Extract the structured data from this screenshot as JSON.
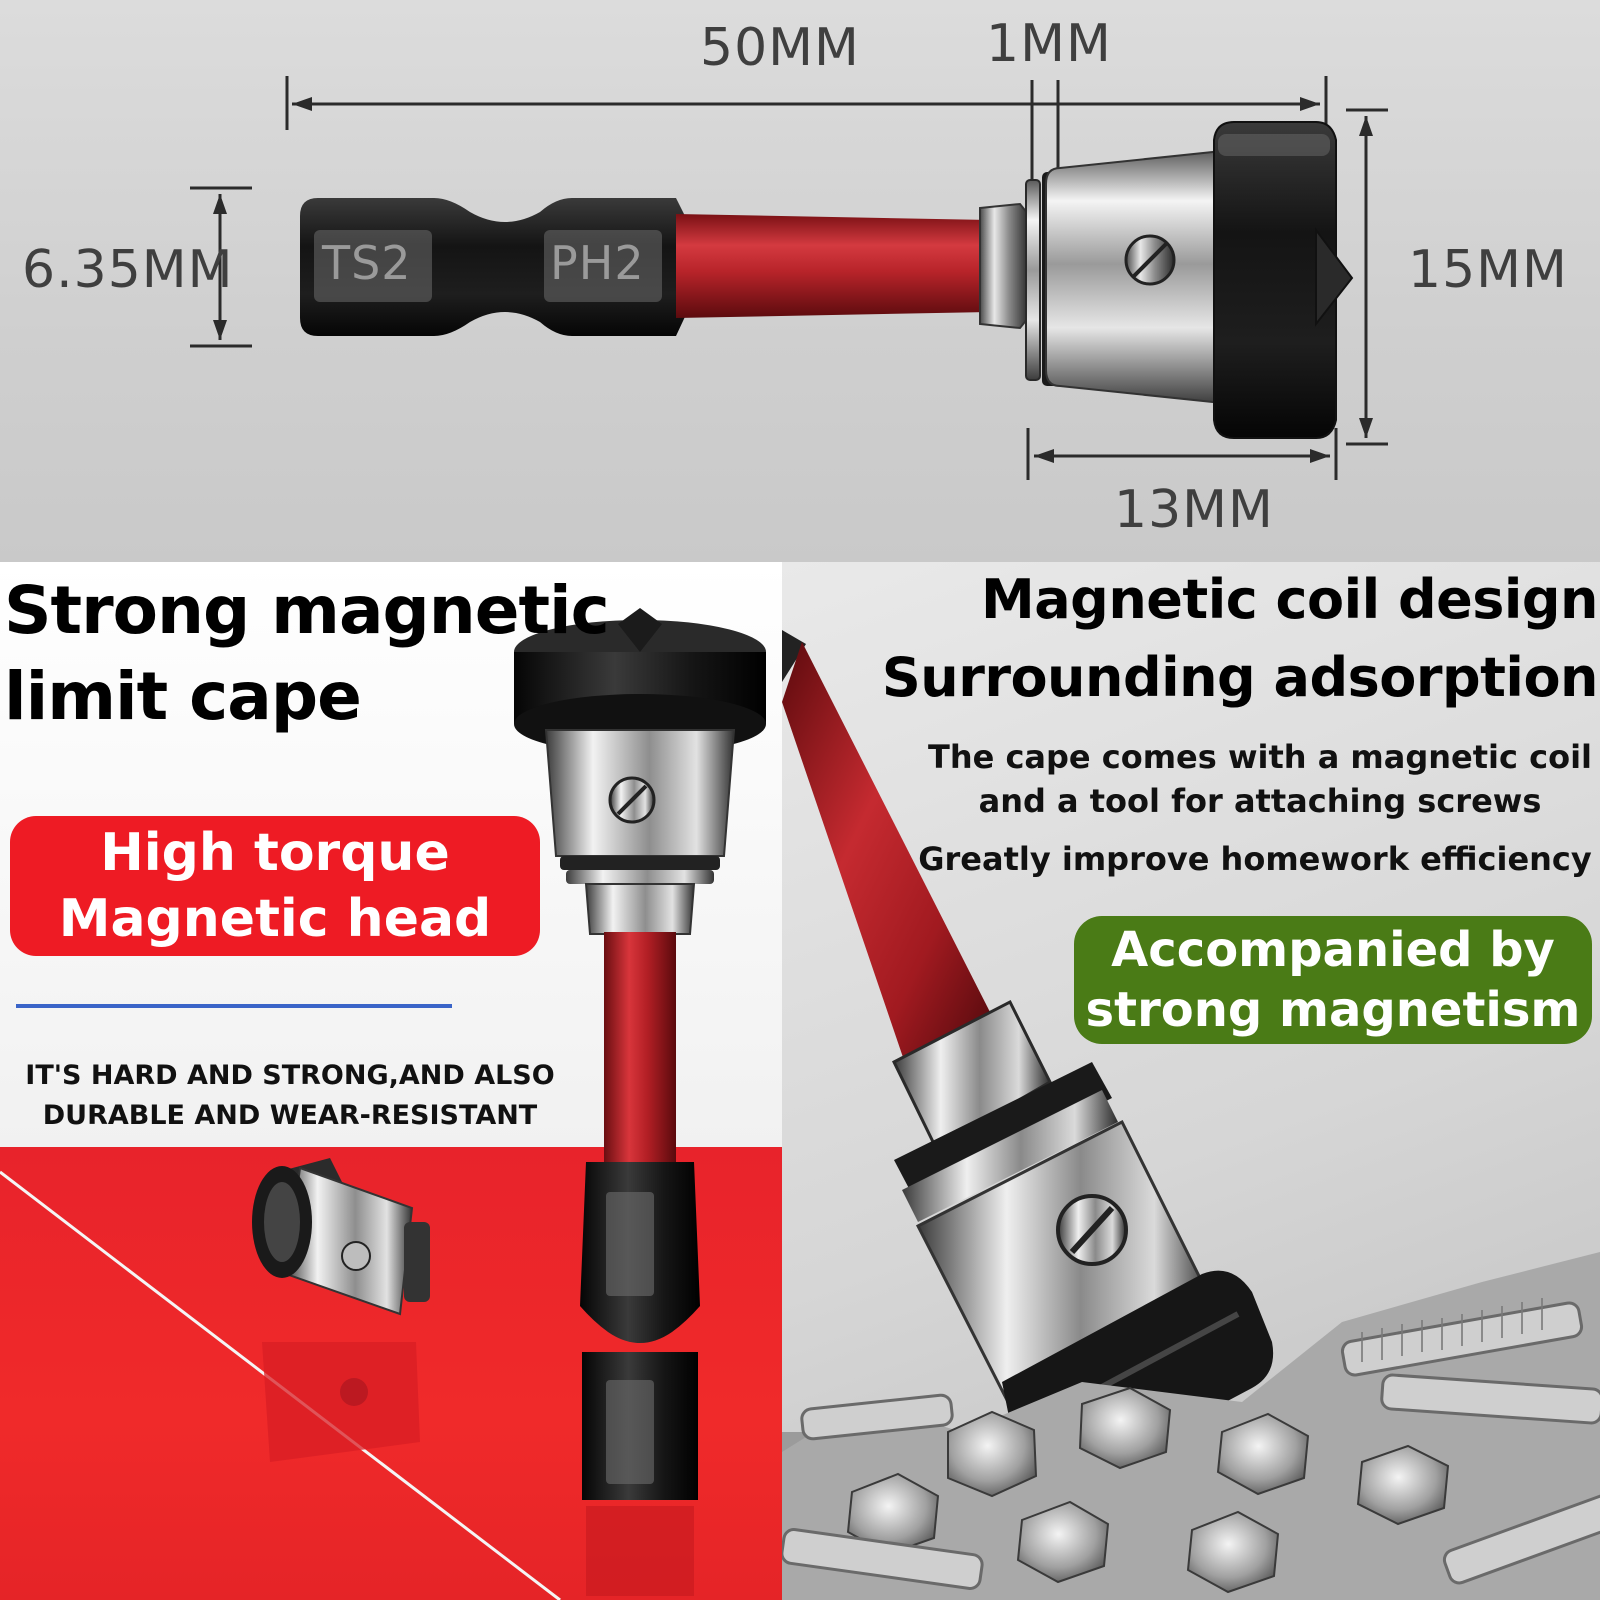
{
  "dimensions": {
    "length": "50MM",
    "gap": "1MM",
    "shank": "6.35MM",
    "cape_diameter": "15MM",
    "cape_length": "13MM"
  },
  "bit_markings": {
    "ts": "TS2",
    "ph": "PH2"
  },
  "left_panel": {
    "title_line1": "Strong magnetic",
    "title_line2": "limit cape",
    "badge_line1": "High torque",
    "badge_line2": "Magnetic head",
    "desc_line1": "IT'S HARD AND STRONG,AND ALSO",
    "desc_line2": "DURABLE AND WEAR-RESISTANT"
  },
  "right_panel": {
    "heading1": "Magnetic coil design",
    "heading2": "Surrounding adsorption",
    "body_line1": "The cape comes with a magnetic coil",
    "body_line2": "and a tool for attaching screws",
    "body_line3": "Greatly improve homework efficiency",
    "badge_line1": "Accompanied by",
    "badge_line2": "strong magnetism"
  },
  "colors": {
    "accent_red": "#ee1b24",
    "bit_red": "#b8242a",
    "accent_green": "#4a7b16",
    "rule_blue": "#3a64c8"
  }
}
